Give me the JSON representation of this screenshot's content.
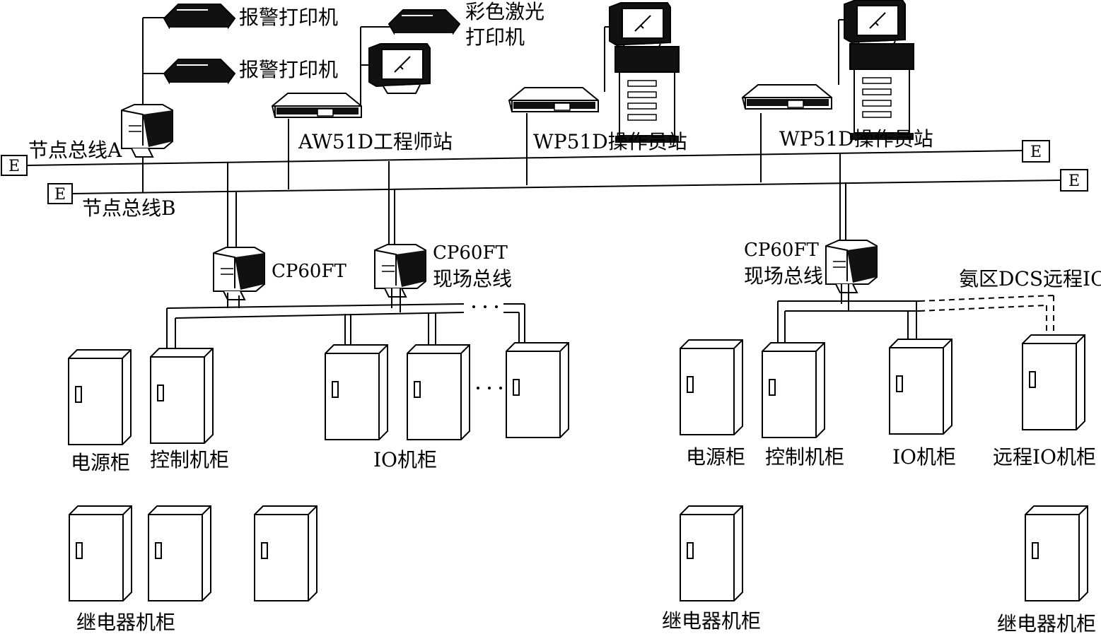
{
  "bus": {
    "node_bus_a": "节点总线A",
    "node_bus_b": "节点总线B",
    "terminator": "E"
  },
  "devices": {
    "alarm_printer_1": "报警打印机",
    "alarm_printer_2": "报警打印机",
    "color_laser_printer_line1": "彩色激光",
    "color_laser_printer_line2": "打印机",
    "engineer_station": "AW51D工程师站",
    "operator_station_1": "WP51D操作员站",
    "operator_station_2": "WP51D操作员站",
    "cp1": "CP60FT",
    "cp2_line1": "CP60FT",
    "cp2_line2": "现场总线",
    "cp3_line1": "CP60FT",
    "cp3_line2": "现场总线",
    "remote_io_link": "氨区DCS远程IO"
  },
  "cabinets": {
    "left_power": "电源柜",
    "left_control": "控制机柜",
    "left_io": "IO机柜",
    "left_relay": "继电器机柜",
    "right_power": "电源柜",
    "right_control": "控制机柜",
    "right_io": "IO机柜",
    "right_remote_io": "远程IO机柜",
    "right_relay_1": "继电器机柜",
    "right_relay_2": "继电器机柜"
  }
}
